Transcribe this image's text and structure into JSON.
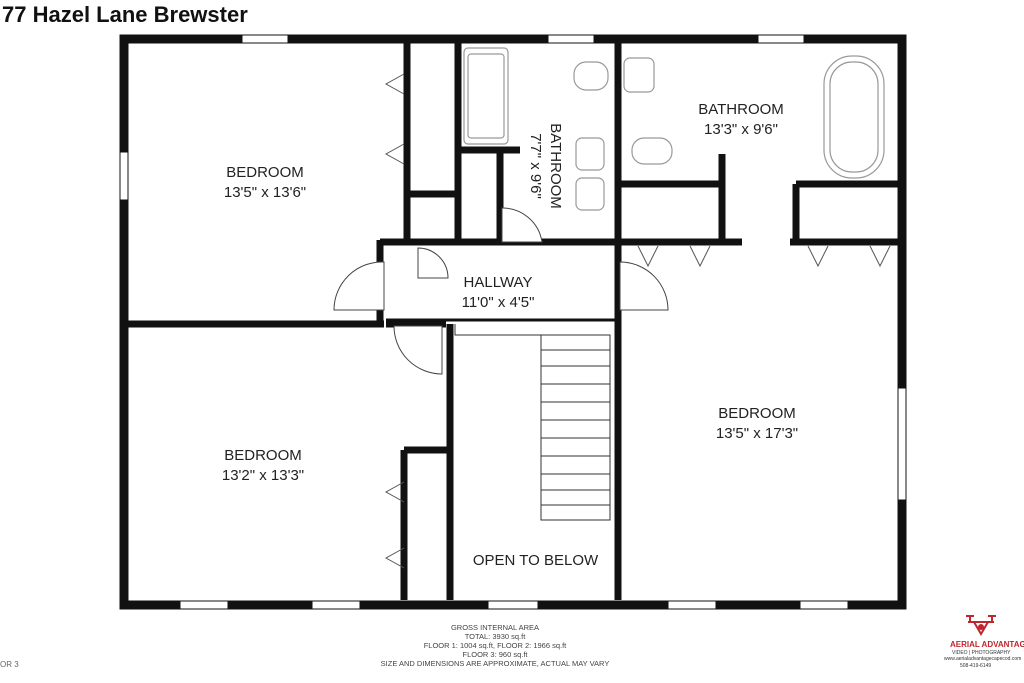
{
  "title": "77 Hazel Lane Brewster",
  "rooms": [
    {
      "id": "bedroom-nw",
      "name": "BEDROOM",
      "dims": "13'5\" x 13'6\""
    },
    {
      "id": "bath-center",
      "name": "BATHROOM",
      "dims": "7'7\" x 9'6\""
    },
    {
      "id": "bath-ne",
      "name": "BATHROOM",
      "dims": "13'3\" x 9'6\""
    },
    {
      "id": "hallway",
      "name": "HALLWAY",
      "dims": "11'0\" x 4'5\""
    },
    {
      "id": "bedroom-sw",
      "name": "BEDROOM",
      "dims": "13'2\" x 13'3\""
    },
    {
      "id": "bedroom-e",
      "name": "BEDROOM",
      "dims": "13'5\" x 17'3\""
    },
    {
      "id": "open",
      "name": "OPEN TO BELOW",
      "dims": ""
    }
  ],
  "footer": {
    "heading": "GROSS INTERNAL AREA",
    "total": "TOTAL: 3930 sq.ft",
    "floors_1_2": "FLOOR 1: 1004 sq.ft, FLOOR 2: 1966 sq.ft",
    "floor_3": "FLOOR 3: 960 sq.ft",
    "disclaimer": "SIZE AND DIMENSIONS ARE APPROXIMATE, ACTUAL MAY VARY",
    "floor_label_cut": "OR 3"
  },
  "logo": {
    "brand": "AERIAL ADVANTAGE",
    "subtitle": "VIDEO | PHOTOGRAPHY",
    "url": "www.aerialadvantagecapecod.com",
    "phone": "508-419-6149",
    "brand_color": "#c0262d"
  },
  "colors": {
    "wall": "#111111",
    "window": "#ffffff",
    "fixture": "#bbbbbb"
  }
}
